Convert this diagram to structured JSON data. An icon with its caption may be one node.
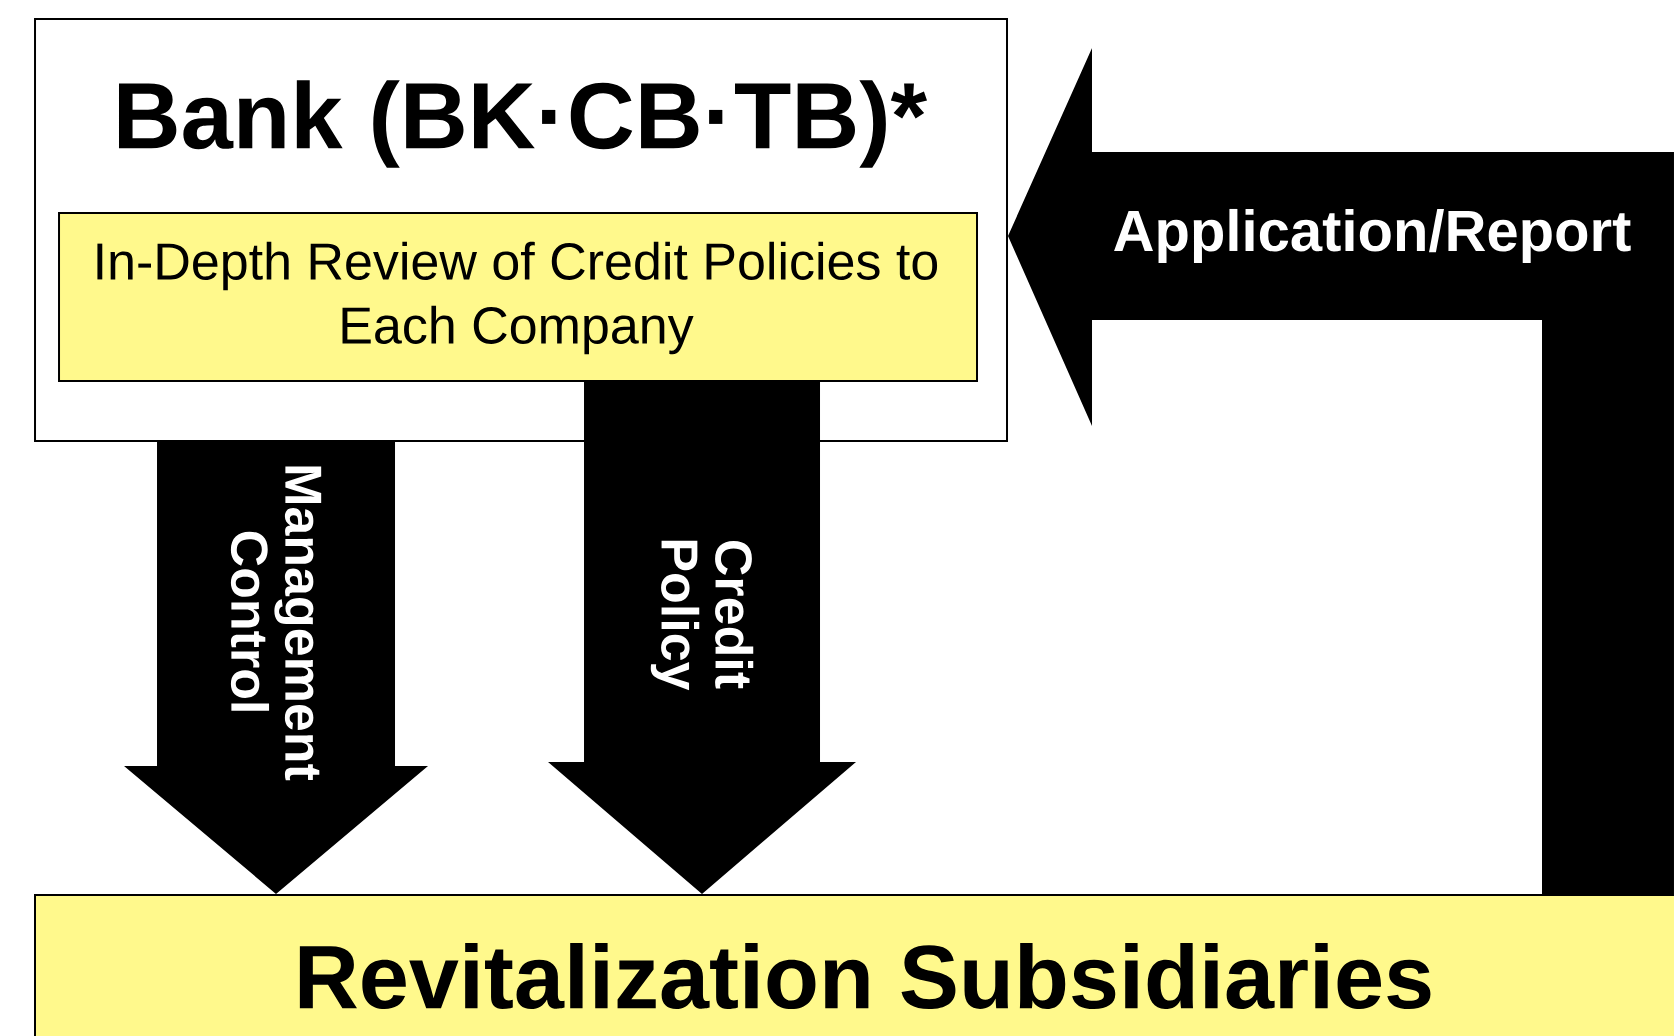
{
  "diagram": {
    "nodes": [
      {
        "text": [
          "Bank (BK·CB·TB)*"
        ]
      },
      {
        "text": [
          "In-Depth Review of Credit Policies to Each Company"
        ],
        "in": 0
      },
      {
        "text": [
          "Revitalization Subsidiaries"
        ]
      }
    ],
    "edges": [
      {
        "from": 0,
        "to": 2,
        "arrow": "to",
        "label": "Management Control"
      },
      {
        "from": 1,
        "to": 2,
        "arrow": "to",
        "label": "Credit Policy"
      },
      {
        "from": 2,
        "to": 0,
        "arrow": "to",
        "label": "Application/Report"
      }
    ]
  }
}
